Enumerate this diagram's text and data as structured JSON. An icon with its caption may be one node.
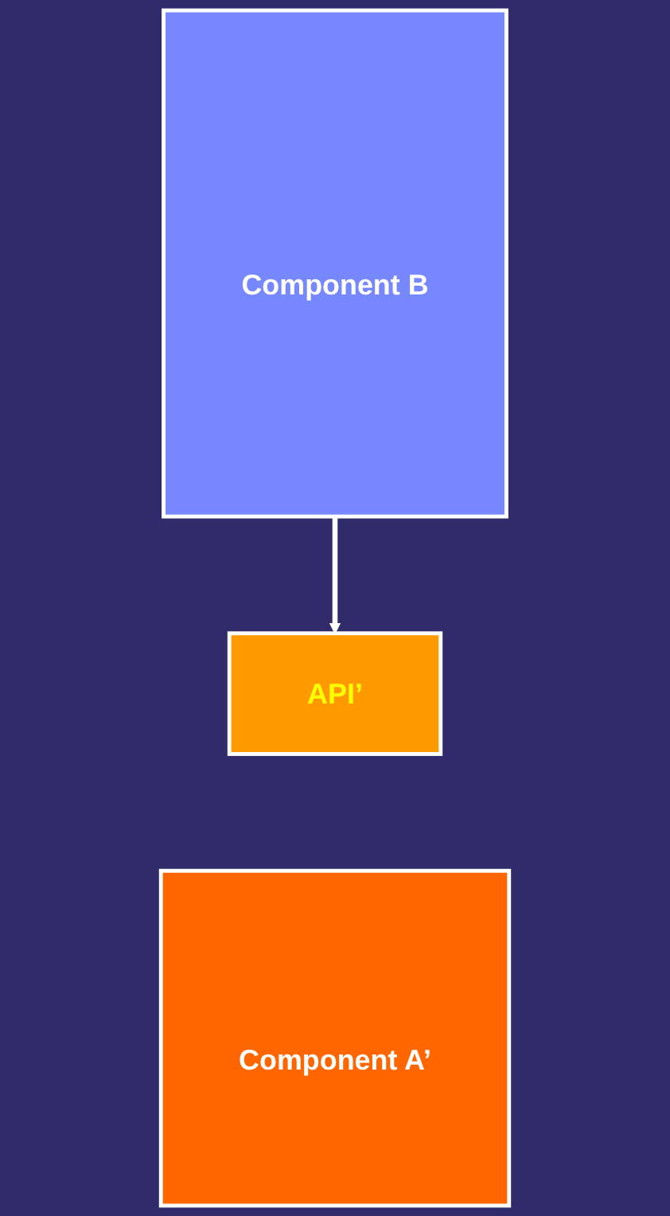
{
  "diagram": {
    "nodes": [
      {
        "text": [
          "Component B"
        ]
      },
      {
        "text": [
          "API’"
        ]
      },
      {
        "text": [
          "Component A’"
        ]
      }
    ],
    "edges": [
      {
        "from": 0,
        "to": 1,
        "arrow": "to"
      }
    ]
  }
}
